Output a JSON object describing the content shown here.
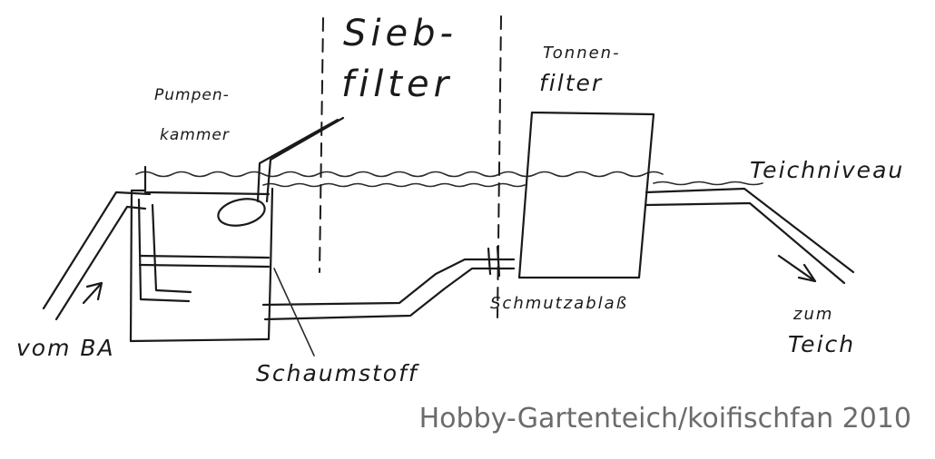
{
  "labels": {
    "sieb_line1": "Sieb-",
    "sieb_line2": "filter",
    "tonnen_line1": "Tonnen-",
    "tonnen_line2": "filter",
    "pumpen_line1": "Pumpen-",
    "pumpen_line2": "kammer",
    "teichniveau": "Teichniveau",
    "vom_ba": "vom BA",
    "schaumstoff": "Schaumstoff",
    "schmutzablass": "Schmutzablaß",
    "zum": "zum",
    "teich": "Teich"
  },
  "credit": "Hobby-Gartenteich/koifischfan 2010"
}
